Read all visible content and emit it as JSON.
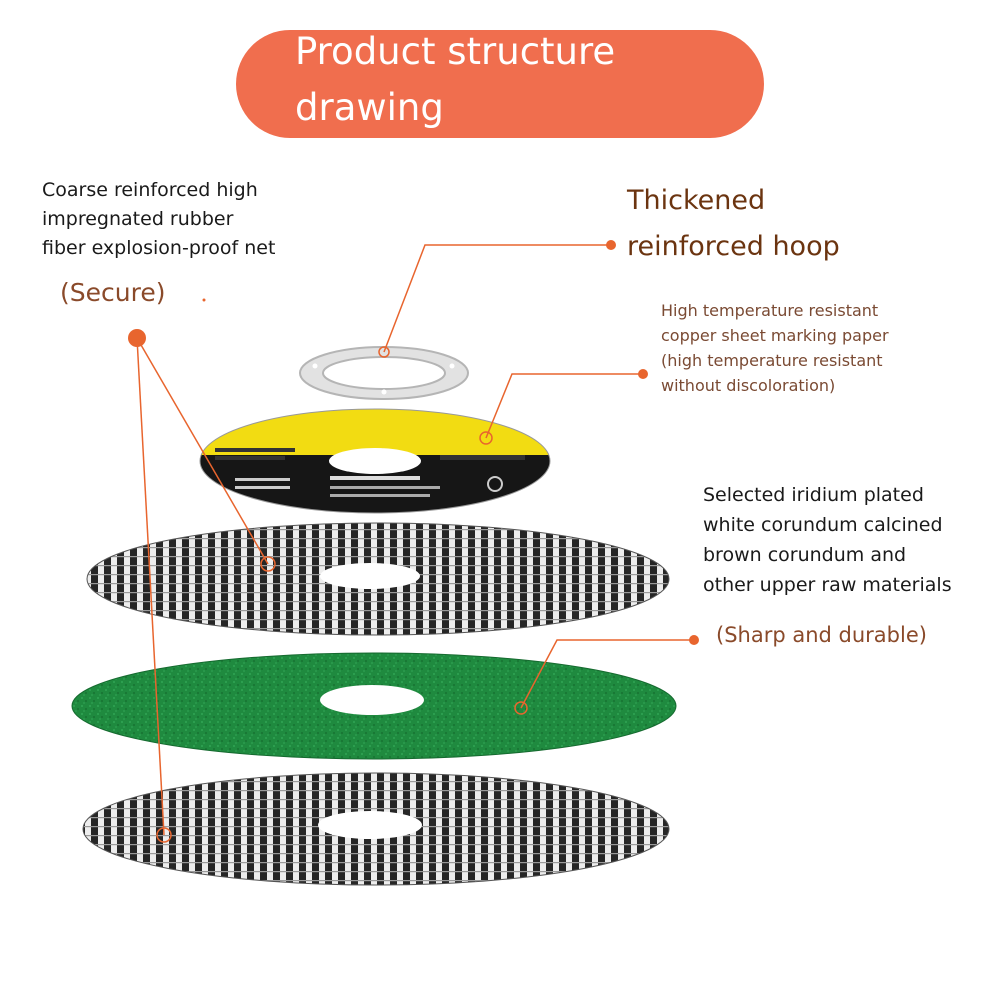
{
  "title": {
    "line1": "Product structure",
    "line2": "drawing"
  },
  "labels": {
    "net": {
      "lines": [
        "Coarse reinforced high",
        "impregnated rubber",
        "fiber explosion-proof net"
      ],
      "sub": "(Secure)"
    },
    "hoop": {
      "lines": [
        "Thickened",
        "reinforced hoop"
      ]
    },
    "paper": {
      "lines": [
        "High temperature resistant",
        "copper sheet marking paper",
        "(high temperature resistant",
        "without discoloration)"
      ]
    },
    "raw": {
      "lines": [
        "Selected iridium plated",
        "white corundum calcined",
        "brown corundum and",
        "other upper raw materials"
      ],
      "sub": "(Sharp and durable)"
    }
  },
  "colors": {
    "title_bg": "#f06e4e",
    "leader": "#e8652e",
    "yellow": "#f2dc12",
    "green": "#1f8a3f",
    "mesh_dark": "#2b2b2b"
  },
  "icons": [
    "metal-ring-icon",
    "label-disc-icon",
    "fiber-net-icon",
    "abrasive-disc-icon"
  ]
}
